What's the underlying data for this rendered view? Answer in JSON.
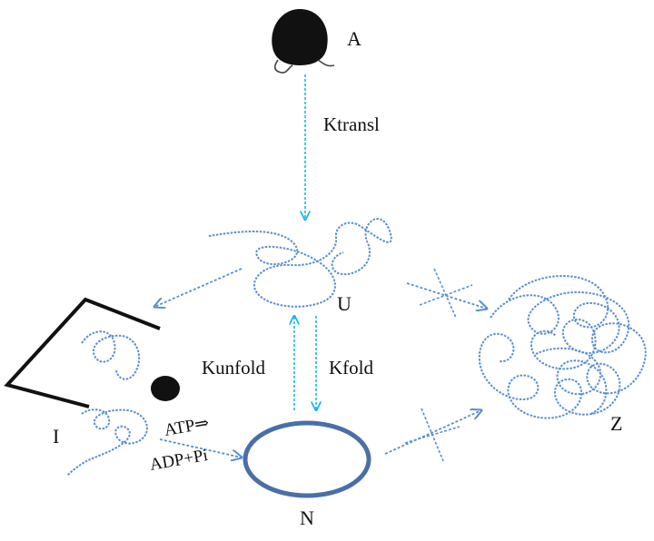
{
  "labels": {
    "ribosome": "A",
    "unfolded": "U",
    "native": "N",
    "intermediate": "I",
    "aggregate": "Z"
  },
  "rates": {
    "translation": "Ktransl",
    "unfold": "Kunfold",
    "fold": "Kfold"
  },
  "energy": {
    "atp": "ATP⇒",
    "adp": "ADP+Pi"
  },
  "colors": {
    "chain": "#5b8fd0",
    "arrow_cyan": "#1fb5ea",
    "native_ring": "#4a6fa8",
    "ink": "#111111"
  }
}
